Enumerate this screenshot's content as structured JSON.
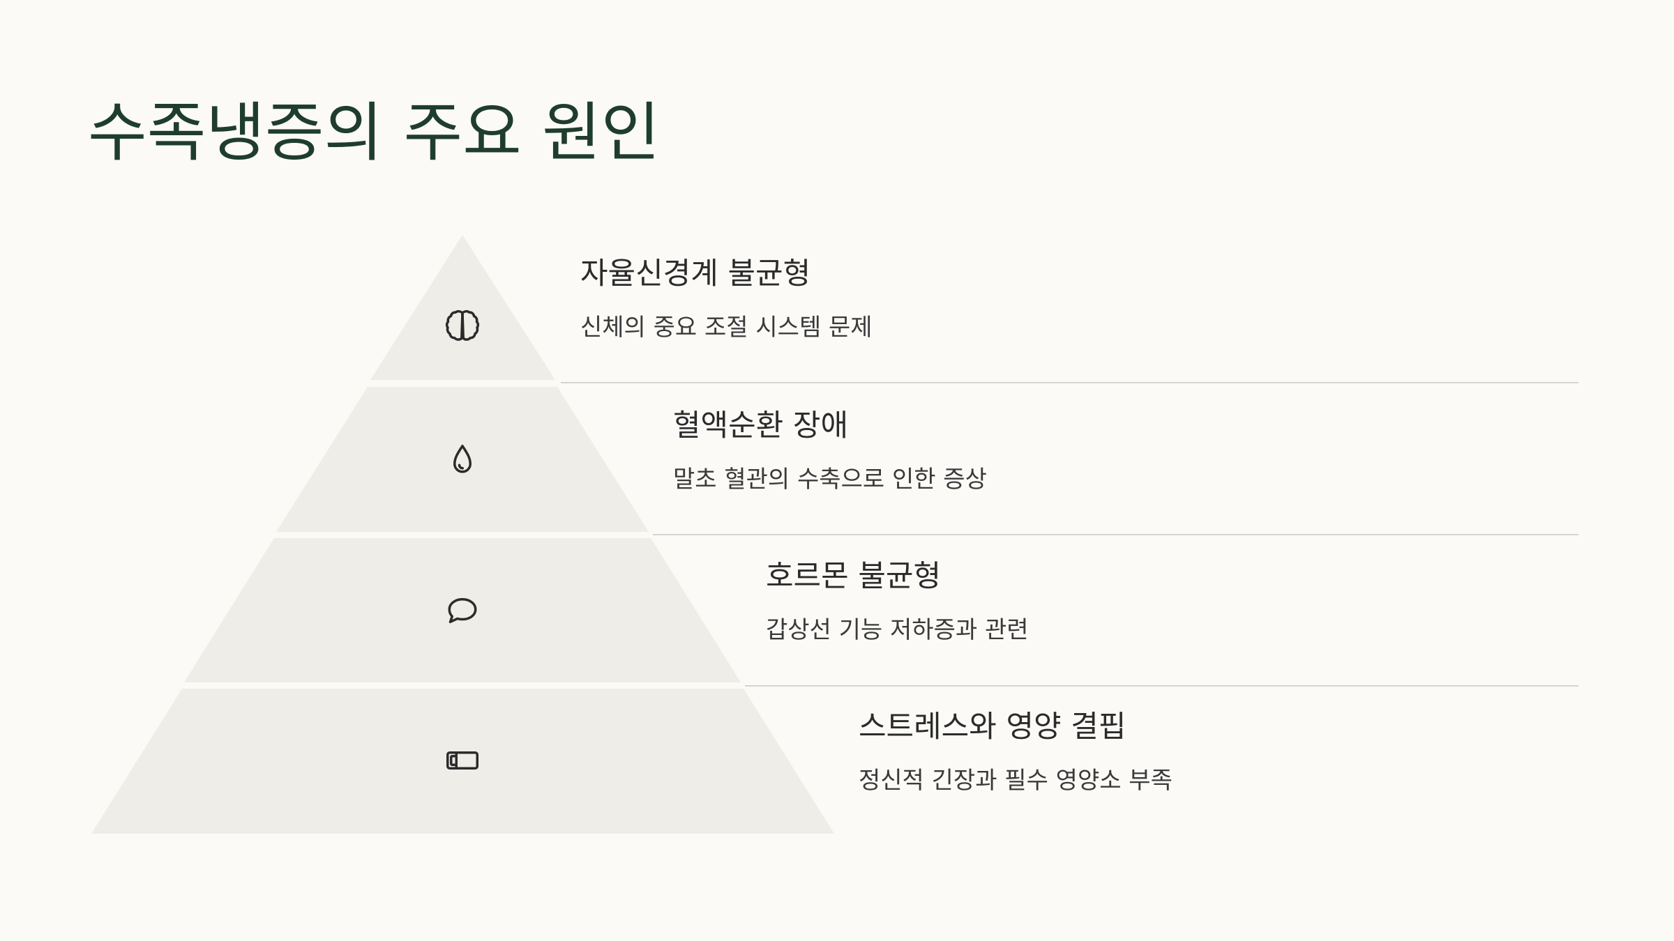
{
  "title": "수족냉증의 주요 원인",
  "colors": {
    "background": "#fbfaf7",
    "title": "#1f3d2e",
    "pyramid_fill": "#efede7",
    "divider": "#d6d4cf"
  },
  "tiers": [
    {
      "icon": "brain-icon",
      "title": "자율신경계 불균형",
      "desc": "신체의 중요 조절 시스템 문제"
    },
    {
      "icon": "water-drop-icon",
      "title": "혈액순환 장애",
      "desc": "말초 혈관의 수축으로 인한 증상"
    },
    {
      "icon": "speech-bubble-icon",
      "title": "호르몬 불균형",
      "desc": "갑상선 기능 저하증과 관련"
    },
    {
      "icon": "toggle-panel-icon",
      "title": "스트레스와 영양 결핍",
      "desc": "정신적 긴장과 필수 영양소 부족"
    }
  ]
}
